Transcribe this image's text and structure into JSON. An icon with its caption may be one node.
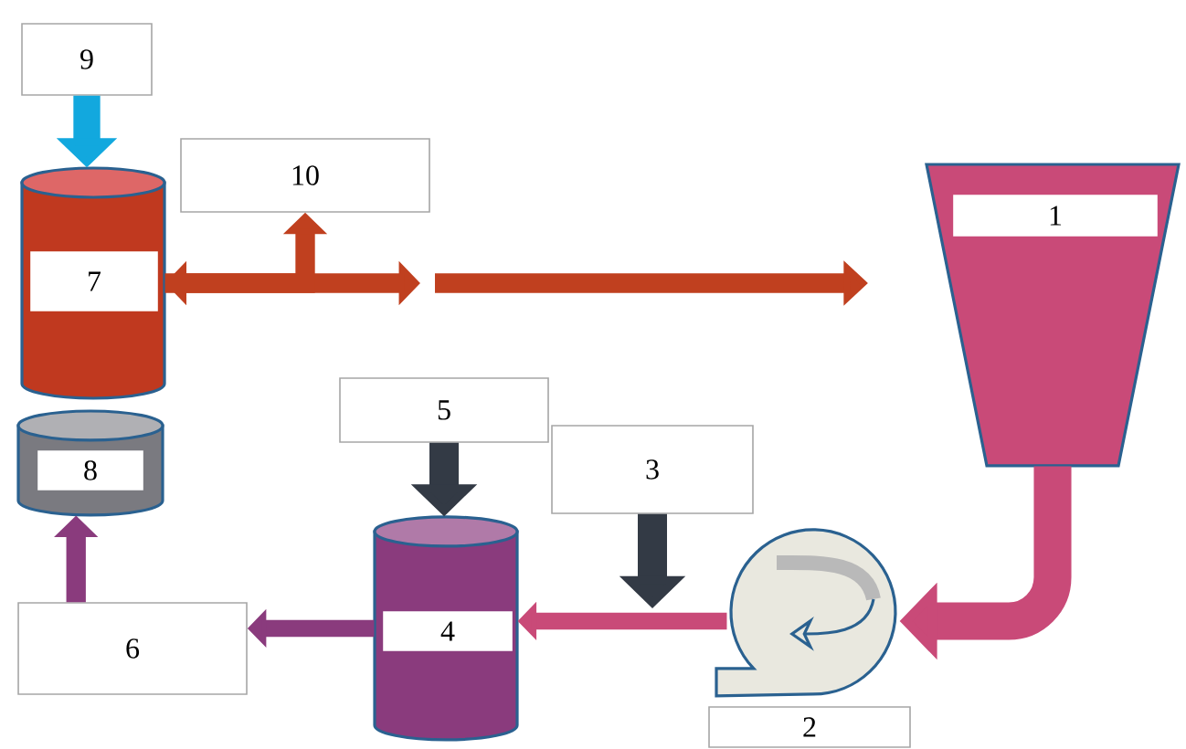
{
  "diagram": {
    "nodes": [
      {
        "text": [
          "1"
        ]
      },
      {
        "text": [
          "2"
        ]
      },
      {
        "text": [
          "3"
        ]
      },
      {
        "text": [
          "4"
        ]
      },
      {
        "text": [
          "5"
        ]
      },
      {
        "text": [
          "6"
        ]
      },
      {
        "text": [
          "7"
        ]
      },
      {
        "text": [
          "8"
        ]
      },
      {
        "text": [
          "9"
        ]
      },
      {
        "text": [
          "10"
        ]
      }
    ],
    "edges": [
      {
        "from": 0,
        "to": 1,
        "arrow": "to",
        "style": "thick",
        "color": "#c94a78"
      },
      {
        "from": 1,
        "to": 3,
        "arrow": "to",
        "color": "#c94a78"
      },
      {
        "from": 2,
        "to": null,
        "arrow": "to",
        "color": "#333a45"
      },
      {
        "from": 4,
        "to": 3,
        "arrow": "to",
        "color": "#333a45"
      },
      {
        "from": 3,
        "to": 5,
        "arrow": "to",
        "color": "#8a3b7d"
      },
      {
        "from": 5,
        "to": 7,
        "arrow": "to",
        "color": "#8a3b7d"
      },
      {
        "from": 8,
        "to": 6,
        "arrow": "to",
        "color": "#12a8de"
      },
      {
        "from": 6,
        "to": null,
        "arrow": "both",
        "color": "#c0401f"
      },
      {
        "from": 6,
        "to": 9,
        "arrow": "to",
        "color": "#c0401f"
      }
    ]
  }
}
